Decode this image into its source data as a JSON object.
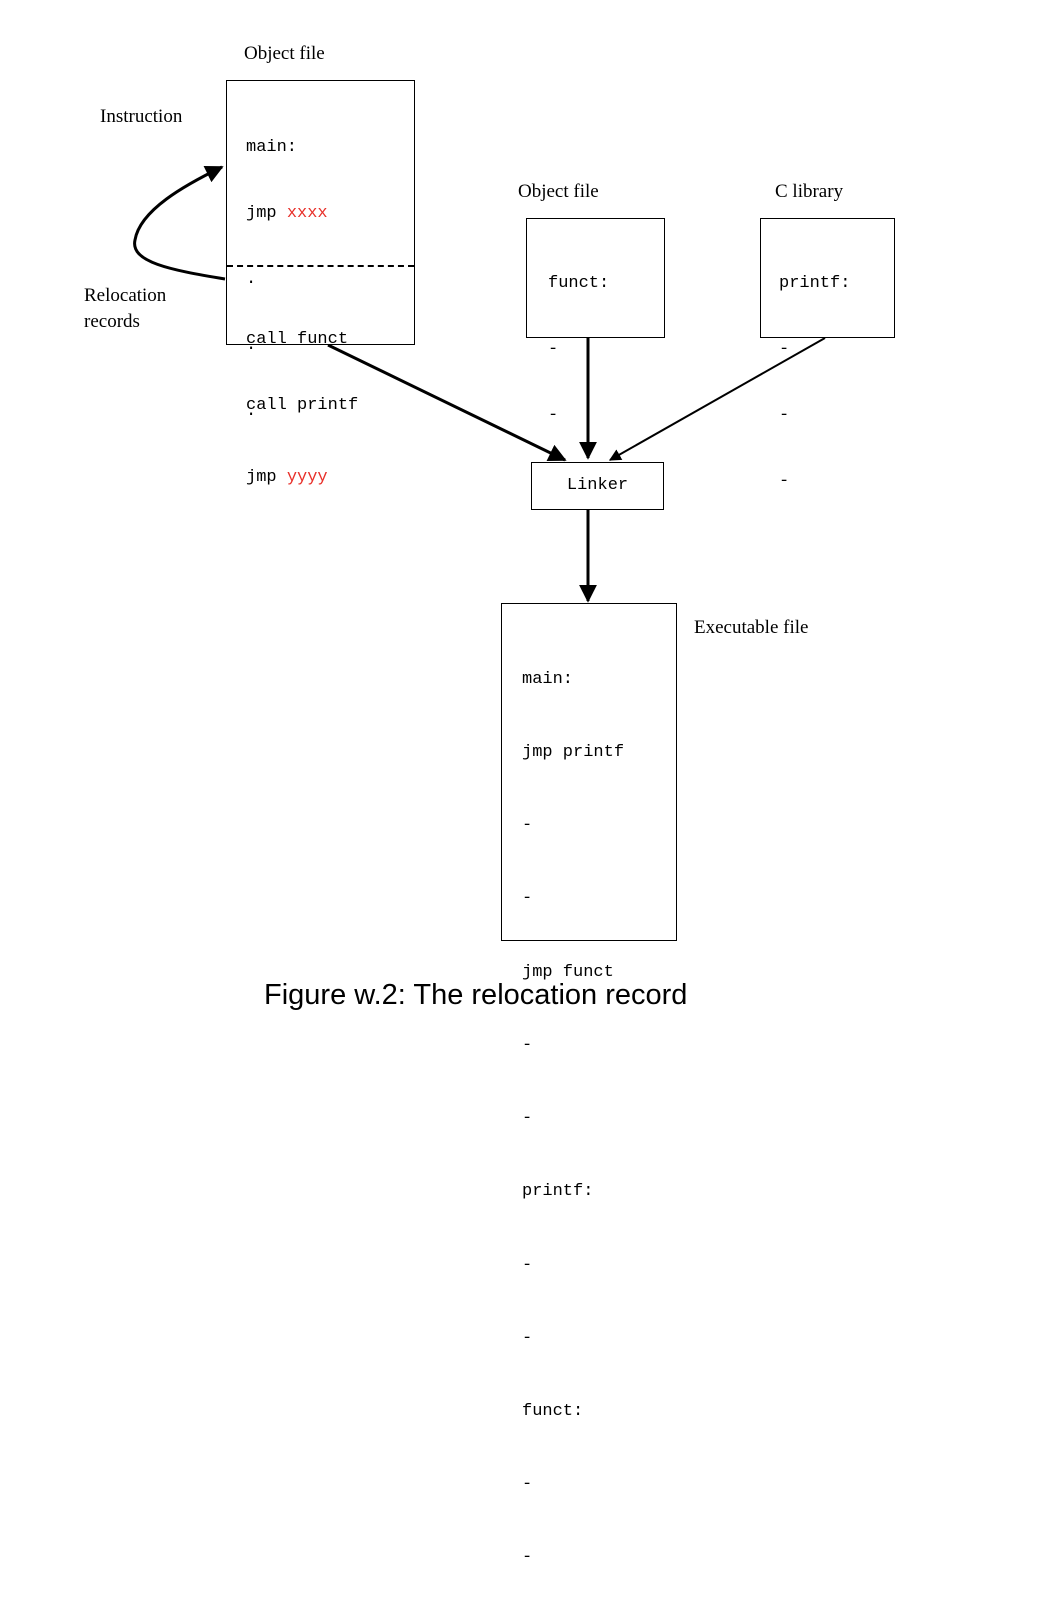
{
  "obj1": {
    "title": "Object file",
    "code": [
      "main:",
      "jmp ",
      ".",
      ".",
      ".",
      "jmp "
    ],
    "jmp1_target": "xxxx",
    "jmp2_target": "yyyy",
    "relocations": [
      "call funct",
      "call printf"
    ],
    "instruction_label": "Instruction",
    "relocation_label_1": "Relocation",
    "relocation_label_2": "records"
  },
  "obj2": {
    "title": "Object file",
    "lines": [
      "funct:",
      "-",
      "-",
      "-"
    ]
  },
  "clib": {
    "title": "C library",
    "lines": [
      "printf:",
      "-",
      "-",
      "-"
    ]
  },
  "linker": {
    "label": "Linker"
  },
  "exe": {
    "title": "Executable file",
    "lines": [
      "main:",
      "jmp printf",
      "-",
      "-",
      "jmp funct",
      "-",
      "-",
      "printf:",
      "-",
      "-",
      "funct:",
      "-",
      "-"
    ]
  },
  "caption": "Figure w.2: The relocation record",
  "colors": {
    "placeholder": "#e8302a",
    "line": "#000000"
  }
}
